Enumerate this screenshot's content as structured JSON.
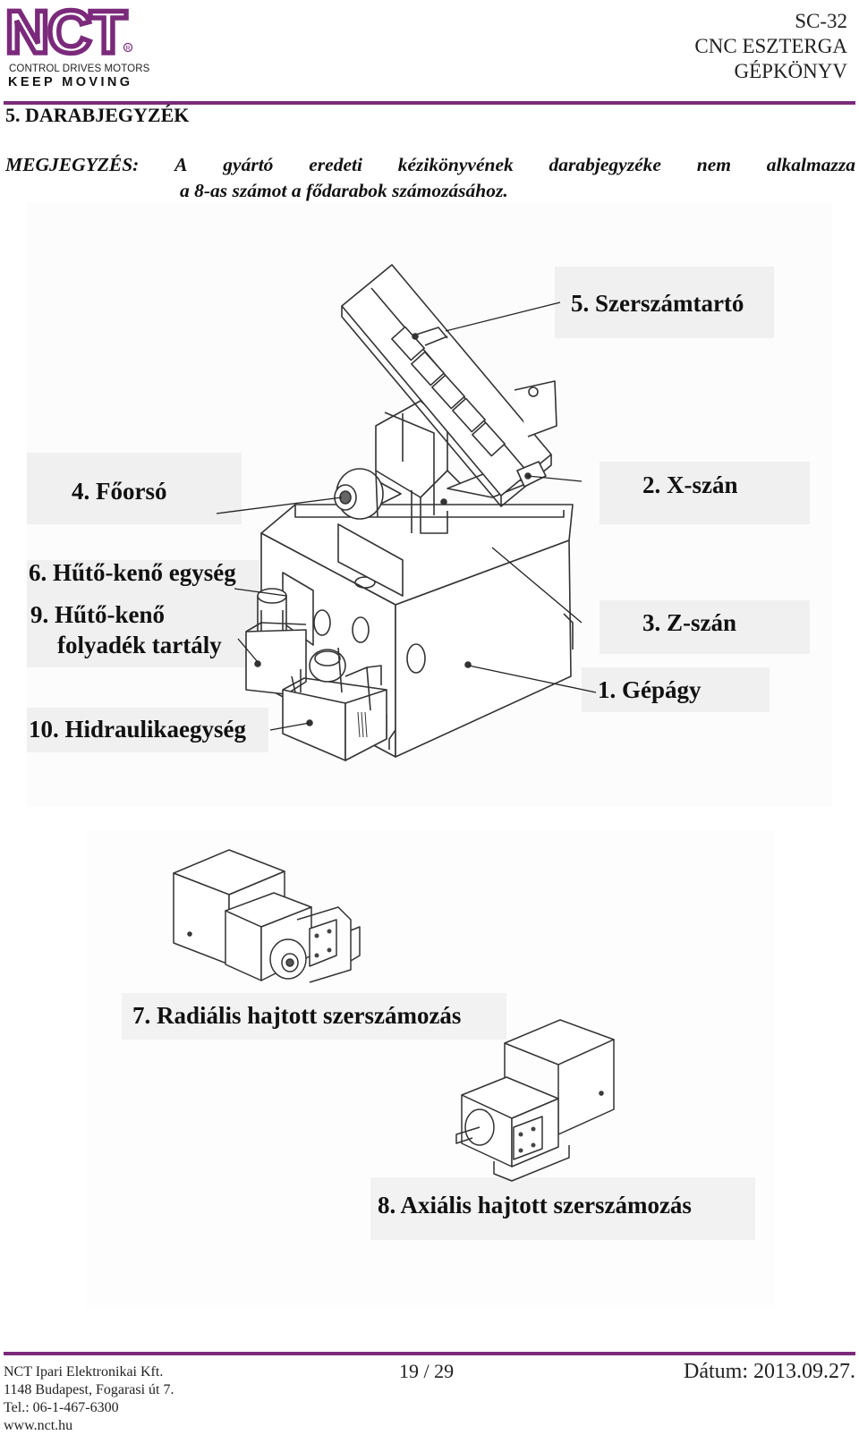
{
  "header": {
    "logo_text": "NCT",
    "logo_tagline": "CONTROL DRIVES MOTORS",
    "logo_slogan": "KEEP MOVING",
    "doc_lines": [
      "SC-32",
      "CNC ESZTERGA",
      "GÉPKÖNYV"
    ]
  },
  "section_title": "5. DARABJEGYZÉK",
  "note": {
    "line1_words": [
      "MEGJEGYZÉS:",
      "A",
      "gyártó",
      "eredeti",
      "kézikönyvének",
      "darabjegyzéke",
      "nem",
      "alkalmazza"
    ],
    "line2": "a 8-as számot a fődarabok számozásához."
  },
  "figure_main": {
    "labels": {
      "tool_holder": "5. Szerszámtartó",
      "spindle": "4. Főorsó",
      "x_slide": "2. X-szán",
      "coolant_unit": "6. Hűtő-kenő egység",
      "coolant_tank_line1": "9. Hűtő-kenő",
      "coolant_tank_line2": "folyadék tartály",
      "z_slide": "3. Z-szán",
      "bed": "1. Gépágy",
      "hydraulic_unit": "10. Hidraulikaegység"
    }
  },
  "figure_tools": {
    "labels": {
      "radial": "7. Radiális hajtott szerszámozás",
      "axial": "8. Axiális hajtott szerszámozás"
    }
  },
  "footer": {
    "company": "NCT Ipari Elektronikai Kft.",
    "address": "1148 Budapest, Fogarasi út 7.",
    "phone": "Tel.: 06-1-467-6300",
    "web": "www.nct.hu",
    "page": "19 / 29",
    "date": "Dátum: 2013.09.27."
  },
  "colors": {
    "brand_purple": "#7b2a7b",
    "text": "#111111"
  }
}
